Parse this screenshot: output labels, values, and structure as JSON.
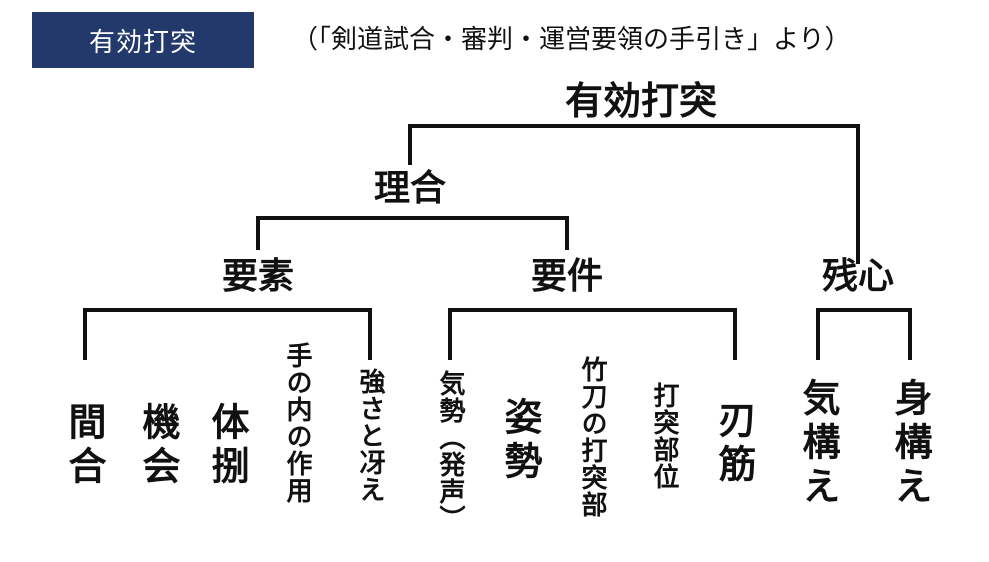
{
  "header": {
    "badge": "有効打突",
    "source": "（「剣道試合・審判・運営要領の手引き」より）"
  },
  "diagram": {
    "root": "有効打突",
    "riai": "理合",
    "zanshin": "残心",
    "yoso": "要素",
    "yoken": "要件",
    "yoso_items": [
      "間合",
      "機会",
      "体捌",
      "手の内の作用",
      "強さと冴え"
    ],
    "yoken_items": [
      "気勢（発声）",
      "姿勢",
      "竹刀の打突部",
      "打突部位",
      "刃筋"
    ],
    "zanshin_items": [
      "気構え",
      "身構え"
    ]
  },
  "colors": {
    "badge_bg": "#23396b",
    "line": "#111111"
  }
}
